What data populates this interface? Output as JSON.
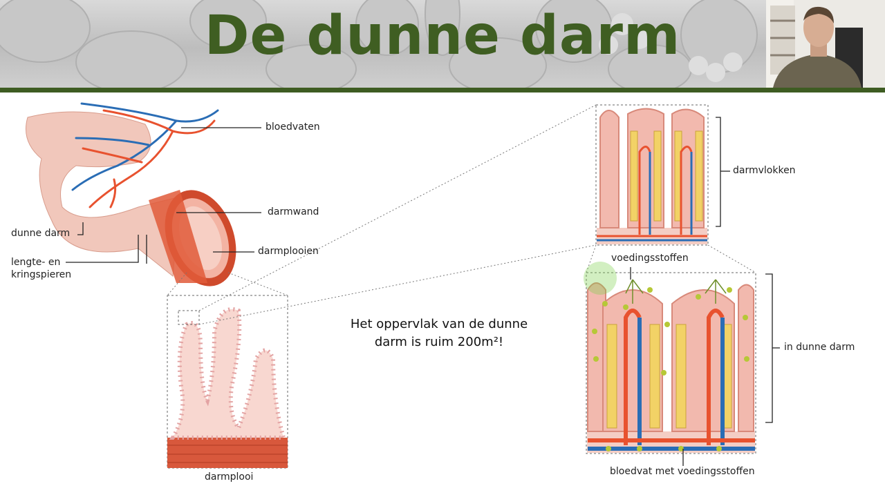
{
  "slide": {
    "title": "De dunne darm",
    "caption_line1": "Het oppervlak van de dunne",
    "caption_line2": "darm is ruim 200m²!"
  },
  "labels": {
    "bloedvaten": "bloedvaten",
    "darmwand": "darmwand",
    "darmplooien": "darmplooien",
    "dunne_darm": "dunne darm",
    "lengte_en": "lengte- en",
    "kringspieren": "kringspieren",
    "darmplooi": "darmplooi",
    "darmvlokken": "darmvlokken",
    "voedingsstoffen": "voedingsstoffen",
    "in_dunne_darm": "in dunne darm",
    "bloedvat_met_voedingsstoffen": "bloedvat met voedingsstoffen"
  },
  "colors": {
    "title_green": "#3f5e22",
    "artery_red": "#e8522f",
    "vein_blue": "#2a6db5",
    "tissue_pink": "#f5cfc8"
  }
}
